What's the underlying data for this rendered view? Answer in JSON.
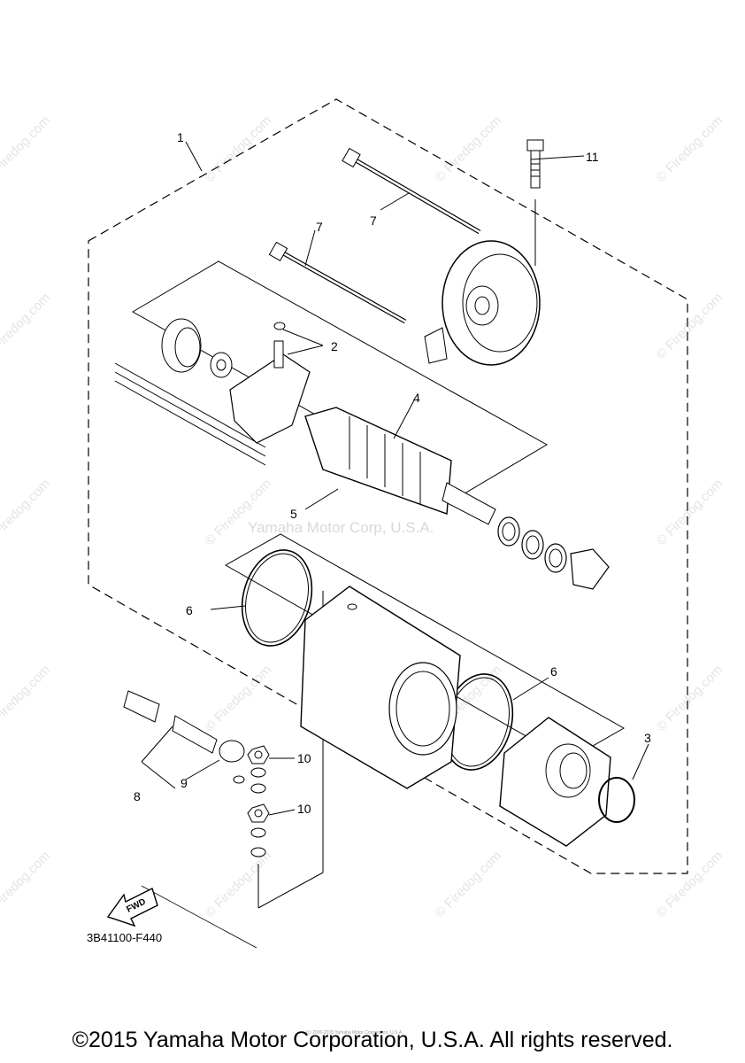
{
  "diagram": {
    "part_code": "3B41100-F440",
    "fwd_label": "FWD",
    "callouts": {
      "c1": "1",
      "c2": "2",
      "c3": "3",
      "c4": "4",
      "c5": "5",
      "c6a": "6",
      "c6b": "6",
      "c7a": "7",
      "c7b": "7",
      "c8": "8",
      "c9": "9",
      "c10a": "10",
      "c10b": "10",
      "c11": "11"
    }
  },
  "watermarks": {
    "site": "© Firedog.com",
    "center": "Yamaha Motor Corp, U.S.A."
  },
  "footer": {
    "copyright": "©2015 Yamaha Motor Corporation, U.S.A. All rights reserved.",
    "fine_print": "(c) 2000-2015 Yamaha Motor Corporation, U.S.A."
  }
}
